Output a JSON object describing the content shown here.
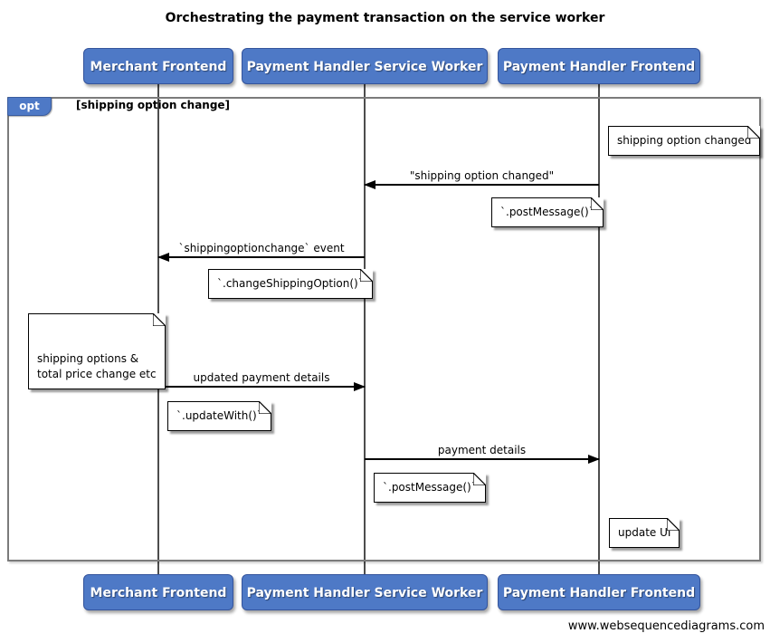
{
  "title": "Orchestrating the payment transaction on the service worker",
  "footer": "www.websequencediagrams.com",
  "colors": {
    "actor_fill": "#4e79c6",
    "actor_border": "#34549c",
    "actor_text": "#ffffff",
    "fragment_border": "#7b7b7b",
    "lifeline": "#4d4d4d",
    "arrow": "#000000",
    "note_fill": "#ffffff"
  },
  "actors": [
    {
      "label": "Merchant Frontend"
    },
    {
      "label": "Payment Handler Service Worker"
    },
    {
      "label": "Payment Handler Frontend"
    }
  ],
  "fragment": {
    "operator": "opt",
    "condition": "[shipping option change]"
  },
  "messages": [
    {
      "label": "\"shipping option changed\"",
      "from": "Payment Handler Frontend",
      "to": "Payment Handler Service Worker",
      "direction": "left"
    },
    {
      "label": "`shippingoptionchange` event",
      "from": "Payment Handler Service Worker",
      "to": "Merchant Frontend",
      "direction": "left"
    },
    {
      "label": "updated payment details",
      "from": "Merchant Frontend",
      "to": "Payment Handler Service Worker",
      "direction": "right"
    },
    {
      "label": "payment details",
      "from": "Payment Handler Service Worker",
      "to": "Payment Handler Frontend",
      "direction": "right"
    }
  ],
  "notes": [
    {
      "text": "shipping option changed",
      "over": "Payment Handler Frontend"
    },
    {
      "text": "`.postMessage()`",
      "over": "Payment Handler Service Worker"
    },
    {
      "text": "`.changeShippingOption()`",
      "over": "Merchant Frontend"
    },
    {
      "text": "shipping options &\ntotal price change etc",
      "over": "Merchant Frontend"
    },
    {
      "text": "`.updateWith()`",
      "over": "Merchant Frontend"
    },
    {
      "text": "`.postMessage()`",
      "over": "Payment Handler Service Worker"
    },
    {
      "text": "update UI",
      "over": "Payment Handler Frontend"
    }
  ]
}
